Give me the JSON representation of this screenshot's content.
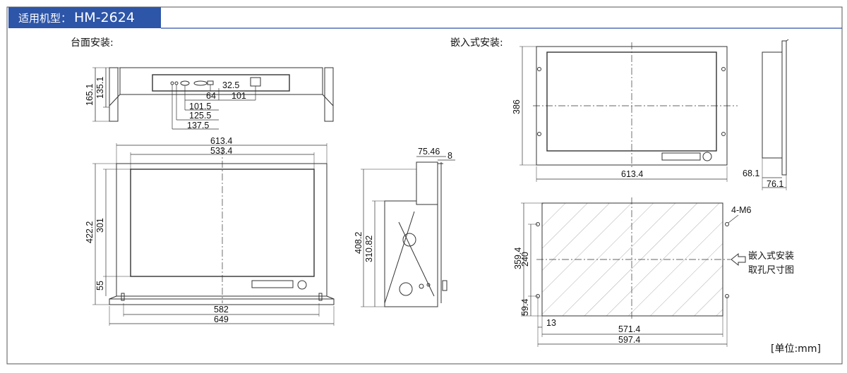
{
  "header": {
    "prefix": "适用机型：",
    "model": "HM-2624"
  },
  "sections": {
    "desktop": "台面安装:",
    "embedded": "嵌入式安装:"
  },
  "unit_note": "[单位:mm]",
  "dims": {
    "d_165_1": "165.1",
    "d_135_1": "135.1",
    "d_32_5": "32.5",
    "d_64": "64",
    "d_101": "101",
    "d_101_5": "101.5",
    "d_125_5": "125.5",
    "d_137_5": "137.5",
    "d_613_4a": "613.4",
    "d_533_4": "533.4",
    "d_422_2": "422.2",
    "d_301": "301",
    "d_55": "55",
    "d_582": "582",
    "d_649": "649",
    "d_75_46": "75.46",
    "d_8": "8",
    "d_408_2": "408.2",
    "d_310_82": "310.82",
    "d_386": "386",
    "d_613_4b": "613.4",
    "d_68_1": "68.1",
    "d_76_1": "76.1",
    "d_4m6": "4-M6",
    "d_359_4": "359.4",
    "d_240": "240",
    "d_59_4": "59.4",
    "d_13": "13",
    "d_571_4": "571.4",
    "d_597_4": "597.4"
  },
  "cutout_note": {
    "line1": "嵌入式安装",
    "line2": "取孔尺寸图"
  },
  "colors": {
    "accent": "#2d55a8",
    "line": "#333333"
  }
}
